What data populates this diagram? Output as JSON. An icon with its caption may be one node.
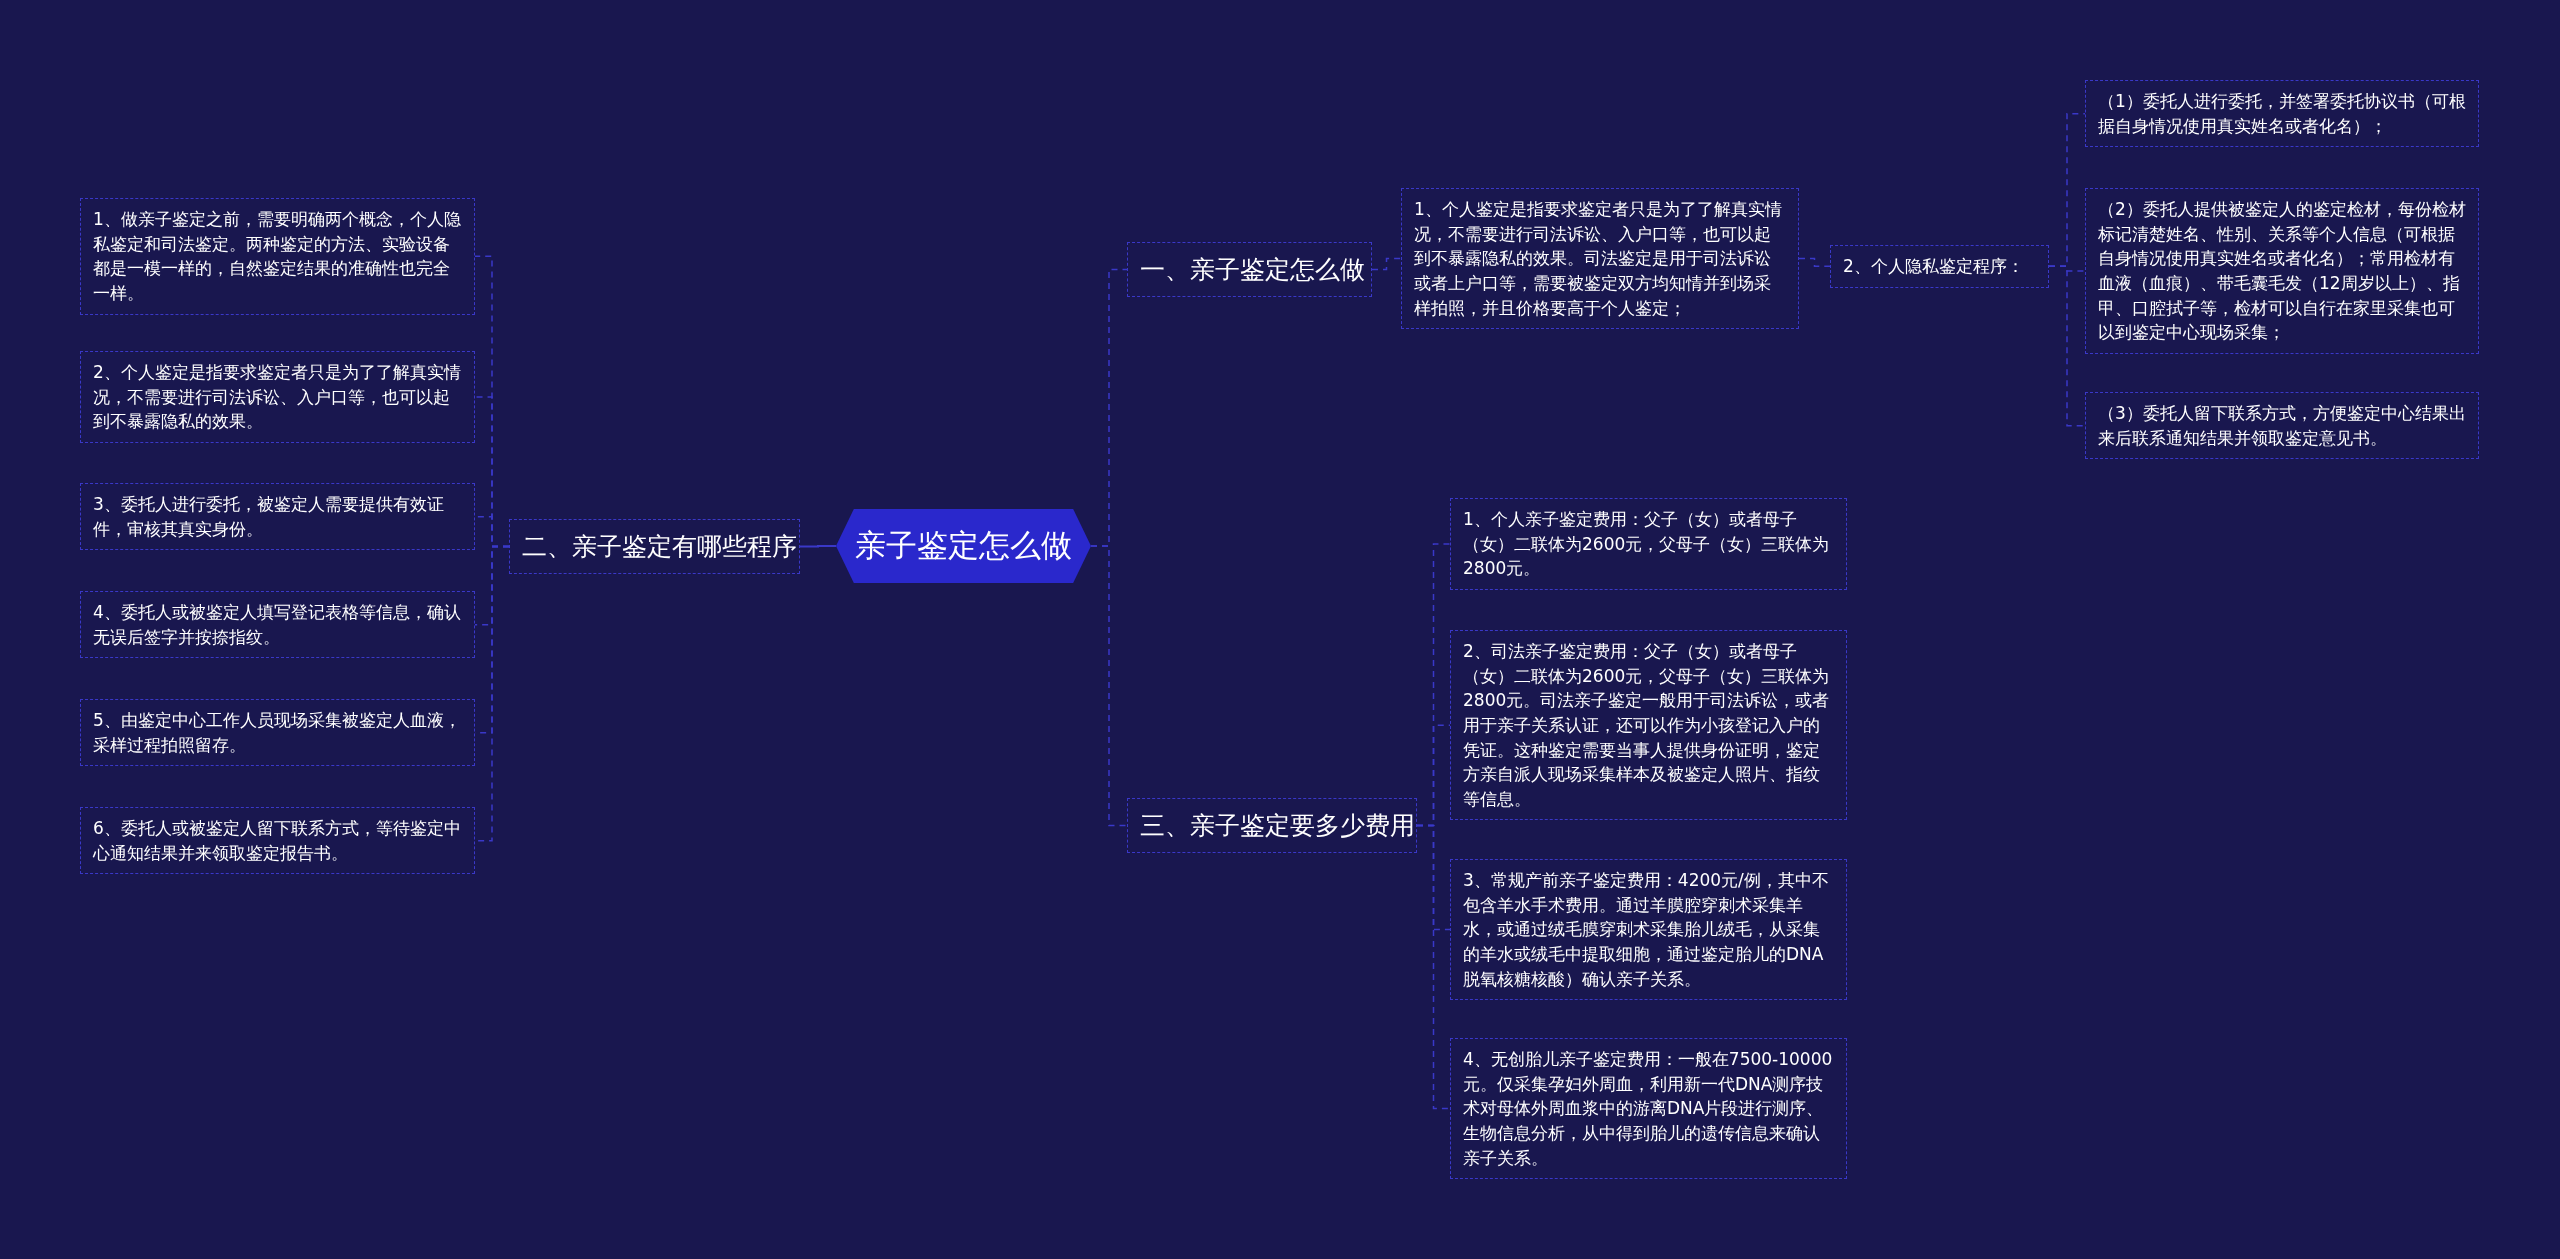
{
  "diagram": {
    "nodes": [
      {
        "text": [
          "亲子鉴定怎么做"
        ]
      },
      {
        "text": [
          "一、亲子鉴定怎么做"
        ]
      },
      {
        "text": [
          "1、个人鉴定是指要求鉴定者只是为了了解真实情况，不需要进行司法诉讼、入户口等，也可以起到不暴露隐私的效果。司法鉴定是用于司法诉讼或者上户口等，需要被鉴定双方均知情并到场采样拍照，并且价格要高于个人鉴定；"
        ]
      },
      {
        "text": [
          "2、个人隐私鉴定程序："
        ]
      },
      {
        "text": [
          "（1）委托人进行委托，并签署委托协议书（可根据自身情况使用真实姓名或者化名）；"
        ]
      },
      {
        "text": [
          "（2）委托人提供被鉴定人的鉴定检材，每份检材标记清楚姓名、性别、关系等个人信息（可根据自身情况使用真实姓名或者化名）；常用检材有血液（血痕）、带毛囊毛发（12周岁以上）、指甲、口腔拭子等，检材可以自行在家里采集也可以到鉴定中心现场采集；"
        ]
      },
      {
        "text": [
          "（3）委托人留下联系方式，方便鉴定中心结果出来后联系通知结果并领取鉴定意见书。"
        ]
      },
      {
        "text": [
          "二、亲子鉴定有哪些程序"
        ]
      },
      {
        "text": [
          "1、做亲子鉴定之前，需要明确两个概念，个人隐私鉴定和司法鉴定。两种鉴定的方法、实验设备都是一模一样的，自然鉴定结果的准确性也完全一样。"
        ]
      },
      {
        "text": [
          "2、个人鉴定是指要求鉴定者只是为了了解真实情况，不需要进行司法诉讼、入户口等，也可以起到不暴露隐私的效果。"
        ]
      },
      {
        "text": [
          "3、委托人进行委托，被鉴定人需要提供有效证件，审核其真实身份。"
        ]
      },
      {
        "text": [
          "4、委托人或被鉴定人填写登记表格等信息，确认无误后签字并按捺指纹。"
        ]
      },
      {
        "text": [
          "5、由鉴定中心工作人员现场采集被鉴定人血液，采样过程拍照留存。"
        ]
      },
      {
        "text": [
          "6、委托人或被鉴定人留下联系方式，等待鉴定中心通知结果并来领取鉴定报告书。"
        ]
      },
      {
        "text": [
          "三、亲子鉴定要多少费用"
        ]
      },
      {
        "text": [
          "1、个人亲子鉴定费用：父子（女）或者母子（女）二联体为2600元，父母子（女）三联体为2800元。"
        ]
      },
      {
        "text": [
          "2、司法亲子鉴定费用：父子（女）或者母子（女）二联体为2600元，父母子（女）三联体为2800元。司法亲子鉴定一般用于司法诉讼，或者用于亲子关系认证，还可以作为小孩登记入户的凭证。这种鉴定需要当事人提供身份证明，鉴定方亲自派人现场采集样本及被鉴定人照片、指纹等信息。"
        ]
      },
      {
        "text": [
          "3、常规产前亲子鉴定费用：4200元/例，其中不包含羊水手术费用。通过羊膜腔穿刺术采集羊水，或通过绒毛膜穿刺术采集胎儿绒毛，从采集的羊水或绒毛中提取细胞，通过鉴定胎儿的DNA脱氧核糖核酸）确认亲子关系。"
        ]
      },
      {
        "text": [
          "4、无创胎儿亲子鉴定费用：一般在7500-10000元。仅采集孕妇外周血，利用新一代DNA测序技术对母体外周血浆中的游离DNA片段进行测序、生物信息分析，从中得到胎儿的遗传信息来确认亲子关系。"
        ]
      }
    ],
    "edges": [
      {
        "from": 0,
        "to": 1,
        "arrow": "none",
        "style": "dashed"
      },
      {
        "from": 0,
        "to": 7,
        "arrow": "none"
      },
      {
        "from": 0,
        "to": 14,
        "arrow": "none",
        "style": "dashed"
      },
      {
        "from": 1,
        "to": 2,
        "arrow": "none",
        "style": "dashed"
      },
      {
        "from": 2,
        "to": 3,
        "arrow": "none",
        "style": "dashed"
      },
      {
        "from": 3,
        "to": 4,
        "arrow": "none",
        "style": "dashed"
      },
      {
        "from": 3,
        "to": 5,
        "arrow": "none",
        "style": "dashed"
      },
      {
        "from": 3,
        "to": 6,
        "arrow": "none",
        "style": "dashed"
      },
      {
        "from": 7,
        "to": 8,
        "arrow": "none",
        "style": "dashed"
      },
      {
        "from": 7,
        "to": 9,
        "arrow": "none",
        "style": "dashed"
      },
      {
        "from": 7,
        "to": 10,
        "arrow": "none",
        "style": "dashed"
      },
      {
        "from": 7,
        "to": 11,
        "arrow": "none",
        "style": "dashed"
      },
      {
        "from": 7,
        "to": 12,
        "arrow": "none",
        "style": "dashed"
      },
      {
        "from": 7,
        "to": 13,
        "arrow": "none",
        "style": "dashed"
      },
      {
        "from": 14,
        "to": 15,
        "arrow": "none",
        "style": "dashed"
      },
      {
        "from": 14,
        "to": 16,
        "arrow": "none",
        "style": "dashed"
      },
      {
        "from": 14,
        "to": 17,
        "arrow": "none",
        "style": "dashed"
      },
      {
        "from": 14,
        "to": 18,
        "arrow": "none",
        "style": "dashed"
      }
    ]
  }
}
